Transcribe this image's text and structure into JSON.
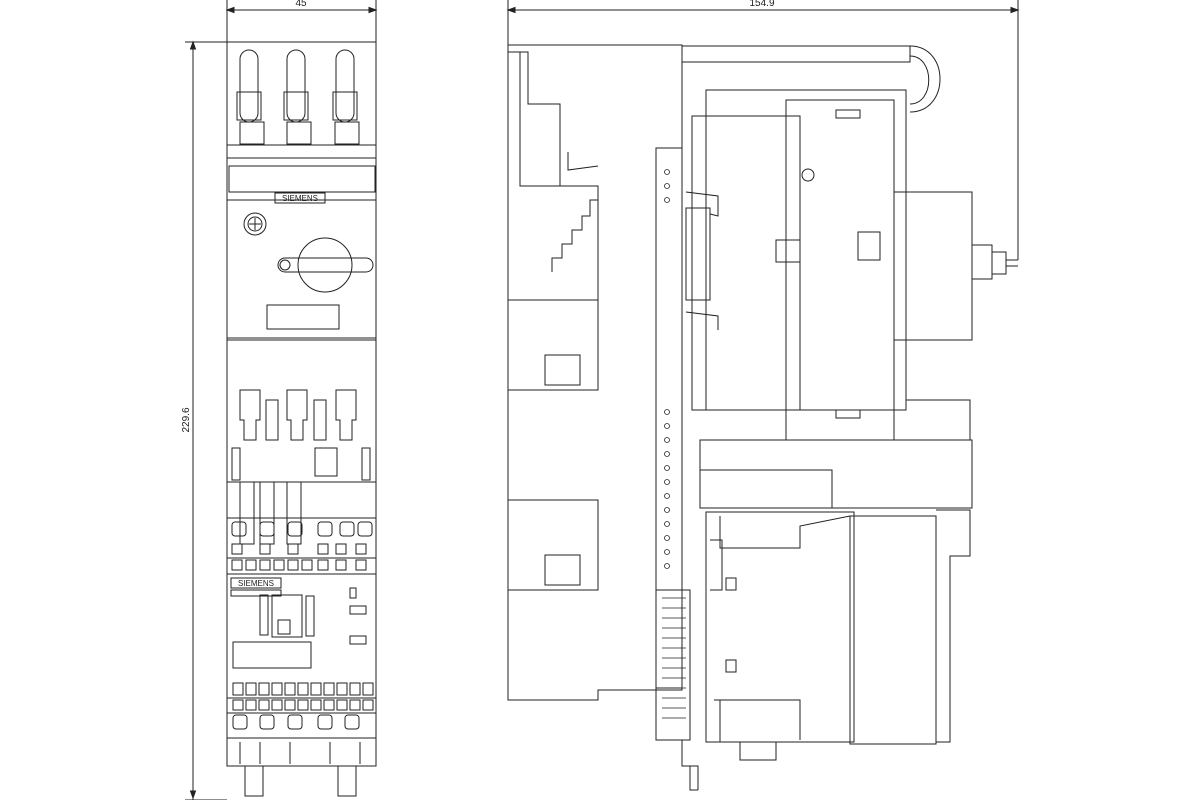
{
  "dimensions": {
    "front_width": "45",
    "front_height": "229.6",
    "side_depth": "154.9"
  },
  "labels": {
    "brand_top": "SIEMENS",
    "brand_bottom": "SIEMENS"
  }
}
